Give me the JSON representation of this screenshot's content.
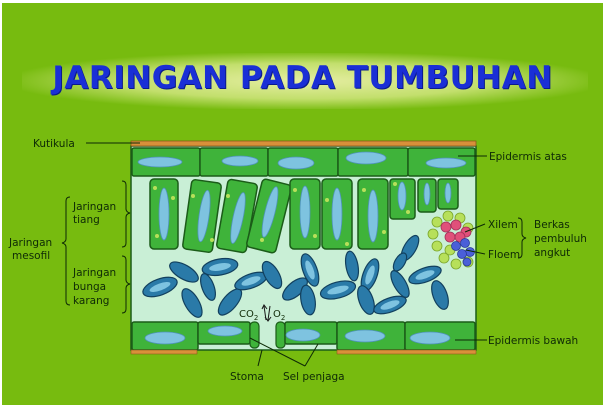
{
  "title": "JARINGAN PADA TUMBUHAN",
  "colors": {
    "background": "#77bb0f",
    "title_text": "#1a2fd6",
    "cell_green": "#3fb33a",
    "cell_border": "#1b5c18",
    "vacuole_blue": "#7ec3e0",
    "spongy_cell_blue": "#2a7aa8",
    "interior_light": "#c9efd6",
    "cuticle": "#d9903a",
    "xylem_pink": "#e0507a",
    "phloem_blue": "#4a5fd8",
    "bundle_sheath": "#b7e05a",
    "label_text": "#0e2a06"
  },
  "labels": {
    "kutikula": "Kutikula",
    "epidermis_atas": "Epidermis atas",
    "jaringan_mesofil_1": "Jaringan",
    "jaringan_mesofil_2": "mesofil",
    "jaringan_tiang_1": "Jaringan",
    "jaringan_tiang_2": "tiang",
    "jaringan_bunga_karang_1": "Jaringan",
    "jaringan_bunga_karang_2": "bunga",
    "jaringan_bunga_karang_3": "karang",
    "xilem": "Xilem",
    "floem": "Floem",
    "berkas_1": "Berkas",
    "berkas_2": "pembuluh",
    "berkas_3": "angkut",
    "epidermis_bawah": "Epidermis bawah",
    "stoma": "Stoma",
    "sel_penjaga": "Sel penjaga",
    "co2": "CO",
    "co2_sub": "2",
    "o2": "O",
    "o2_sub": "2"
  }
}
